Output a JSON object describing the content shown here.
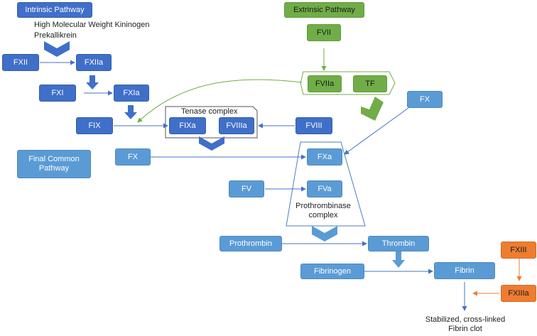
{
  "intrinsic": {
    "title": "Intrinsic Pathway",
    "kininogen": "High Molecular Weight Kininogen",
    "prekallikrein": "Prekallikrein",
    "fxii": "FXII",
    "fxiia": "FXIIa",
    "fxi": "FXI",
    "fxia": "FXIa",
    "fix": "FIX"
  },
  "extrinsic": {
    "title": "Extrinsic Pathway",
    "fvii": "FVII",
    "fviia": "FVIIa",
    "tf": "TF"
  },
  "tenase": {
    "title": "Tenase complex",
    "fixa": "FIXa",
    "fviiia": "FVIIIa",
    "fviii": "FVIII"
  },
  "common": {
    "title_line1": "Final Common",
    "title_line2": "Pathway",
    "fx_left": "FX",
    "fx_right": "FX",
    "fxa": "FXa",
    "fv": "FV",
    "fva": "FVa",
    "prothrombinase_line1": "Prothrombinase",
    "prothrombinase_line2": "complex",
    "prothrombin": "Prothrombin",
    "thrombin": "Thrombin",
    "fibrinogen": "Fibrinogen",
    "fibrin": "Fibrin",
    "fxiii": "FXIII",
    "fxiiia": "FXIIIa",
    "clot_line1": "Stabilized, cross-linked",
    "clot_line2": "Fibrin clot"
  },
  "colors": {
    "intrinsic": "#3f6fc9",
    "common": "#5b9bd5",
    "extrinsic": "#70ad47",
    "fxiii": "#ed7d31"
  }
}
